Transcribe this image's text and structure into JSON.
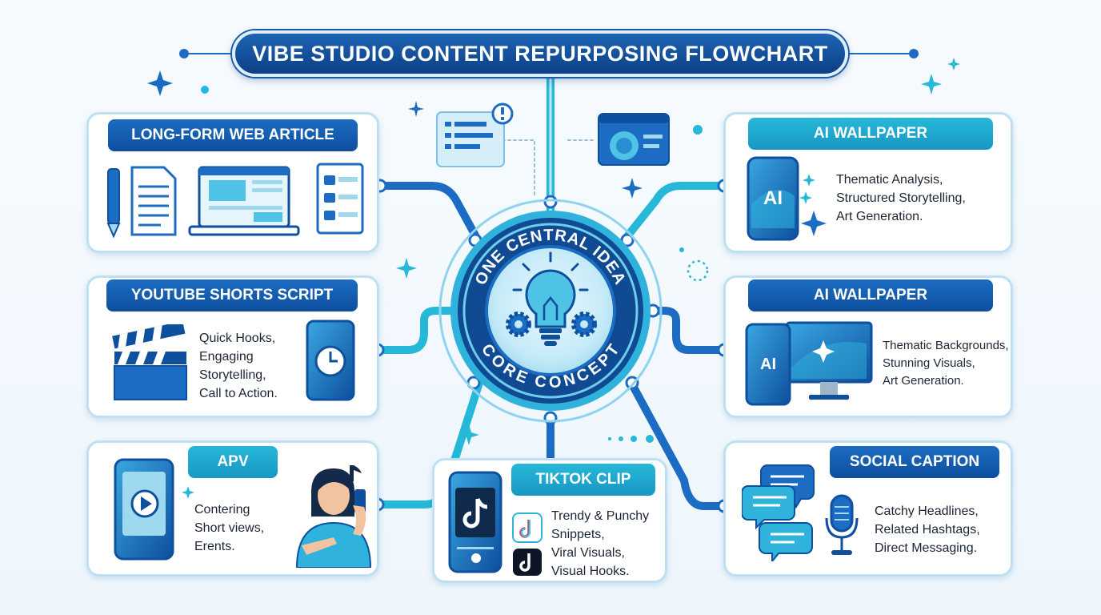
{
  "title": "VIBE STUDIO CONTENT REPURPOSING FLOWCHART",
  "hub": {
    "top_text": "ONE CENTRAL IDEA",
    "bottom_text": "CORE CONCEPT"
  },
  "cards": {
    "web_article": {
      "tag": "LONG-FORM WEB ARTICLE"
    },
    "ai_wallpaper_1": {
      "tag": "AI WALLPAPER",
      "badge": "AI",
      "lines": [
        "Thematic Analysis,",
        "Structured Storytelling,",
        "Art Generation."
      ]
    },
    "youtube": {
      "tag": "YOUTUBE SHORTS SCRIPT",
      "lines": [
        "Quick Hooks,",
        "Engaging",
        "Storytelling,",
        "Call to Action."
      ]
    },
    "ai_wallpaper_2": {
      "tag": "AI WALLPAPER",
      "badge": "AI",
      "lines": [
        "Thematic Backgrounds,",
        "Stunning Visuals,",
        "Art Generation."
      ]
    },
    "apv": {
      "tag": "APV",
      "lines": [
        "Contering",
        "Short views,",
        "Erents."
      ]
    },
    "tiktok": {
      "tag": "TIKTOK CLIP",
      "lines": [
        "Trendy & Punchy",
        "Snippets,",
        "Viral Visuals,",
        "Visual Hooks."
      ]
    },
    "social": {
      "tag": "SOCIAL CAPTION",
      "lines": [
        "Catchy Headlines,",
        "Related Hashtags,",
        "Direct Messaging."
      ]
    }
  },
  "colors": {
    "navy": "#0c3f86",
    "blue": "#1b6cc2",
    "cyan": "#26b8d8",
    "card_border": "#bfe0f3"
  }
}
